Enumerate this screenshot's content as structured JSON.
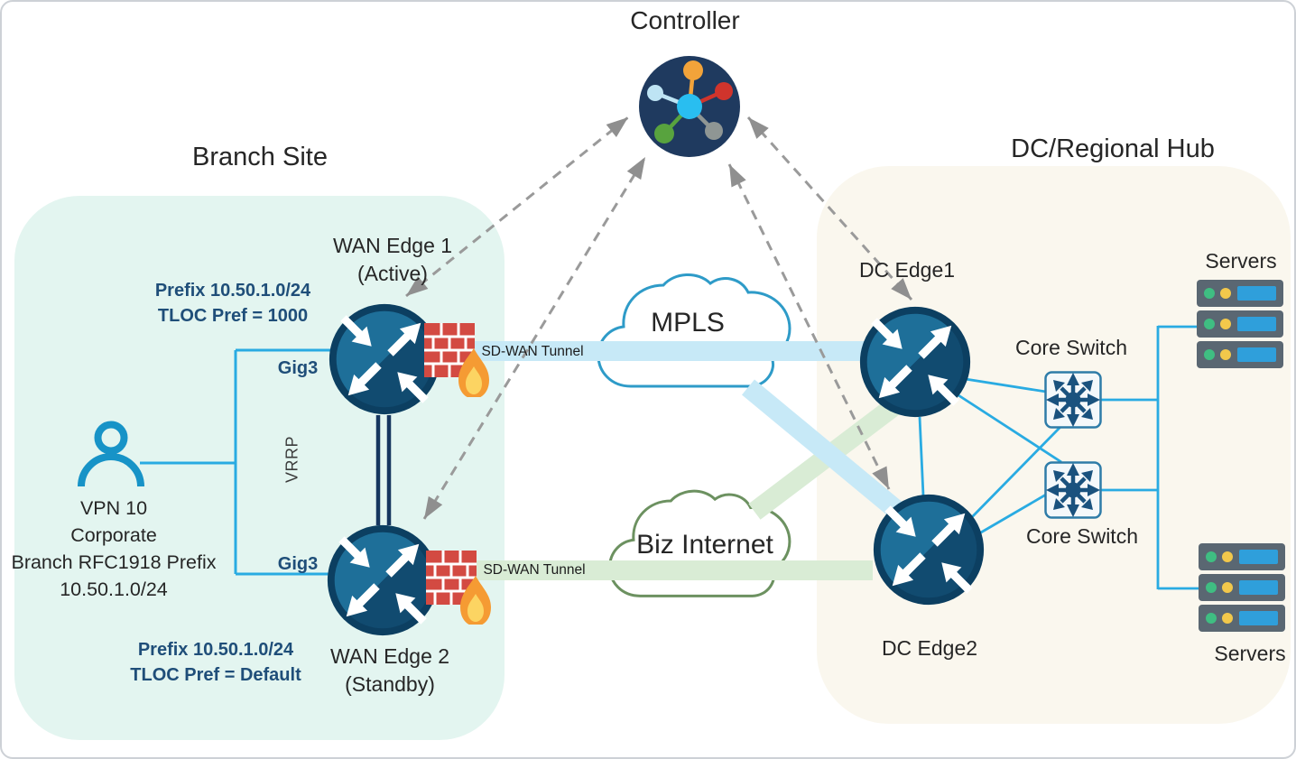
{
  "controller": {
    "label": "Controller"
  },
  "branch": {
    "title": "Branch Site",
    "wan_edge1": {
      "name": "WAN Edge 1",
      "state": "(Active)",
      "prefix": "Prefix 10.50.1.0/24",
      "tloc": "TLOC Pref = 1000",
      "port": "Gig3"
    },
    "wan_edge2": {
      "name": "WAN Edge 2",
      "state": "(Standby)",
      "prefix": "Prefix 10.50.1.0/24",
      "tloc": "TLOC Pref = Default",
      "port": "Gig3"
    },
    "vrrp_label": "VRRP",
    "lan": {
      "line1": "VPN 10",
      "line2": "Corporate",
      "line3": "Branch RFC1918 Prefix",
      "line4": "10.50.1.0/24"
    }
  },
  "transports": {
    "mpls": {
      "label": "MPLS",
      "tunnel_label": "SD-WAN Tunnel"
    },
    "biz_internet": {
      "label": "Biz Internet",
      "tunnel_label": "SD-WAN Tunnel"
    }
  },
  "dc": {
    "title": "DC/Regional Hub",
    "dc_edge1_label": "DC Edge1",
    "dc_edge2_label": "DC Edge2",
    "core_switch1_label": "Core Switch",
    "core_switch2_label": "Core Switch",
    "servers_top_label": "Servers",
    "servers_bottom_label": "Servers"
  },
  "icons": {
    "controller": "controller-hub-icon",
    "router": "sdwan-router-icon",
    "firewall": "firewall-brick-flame-icon",
    "cloud": "cloud-icon",
    "core_switch": "multilayer-switch-icon",
    "servers": "server-stack-icon",
    "user": "person-icon",
    "control_link": "dashed-arrow-link"
  },
  "colors": {
    "accent_cyan": "#29abe2",
    "router_light": "#1e6f99",
    "router_dark": "#114b70",
    "controller_navy": "#1f3a5f",
    "tunnel_blue": "#c7e9f7",
    "tunnel_green": "#d9ecd5",
    "cloud_blue_stroke": "#2e9bc8",
    "cloud_green_stroke": "#6c9160",
    "annotation_blue": "#1f4e79",
    "dashed_gray": "#9a9a9a",
    "branch_bg": "#e3f5f0",
    "dc_bg": "#faf7ee",
    "firewall_red": "#d34a42",
    "flame_orange": "#f59b33",
    "server_slate": "#5a6772",
    "server_panel": "#2f9fdb"
  }
}
